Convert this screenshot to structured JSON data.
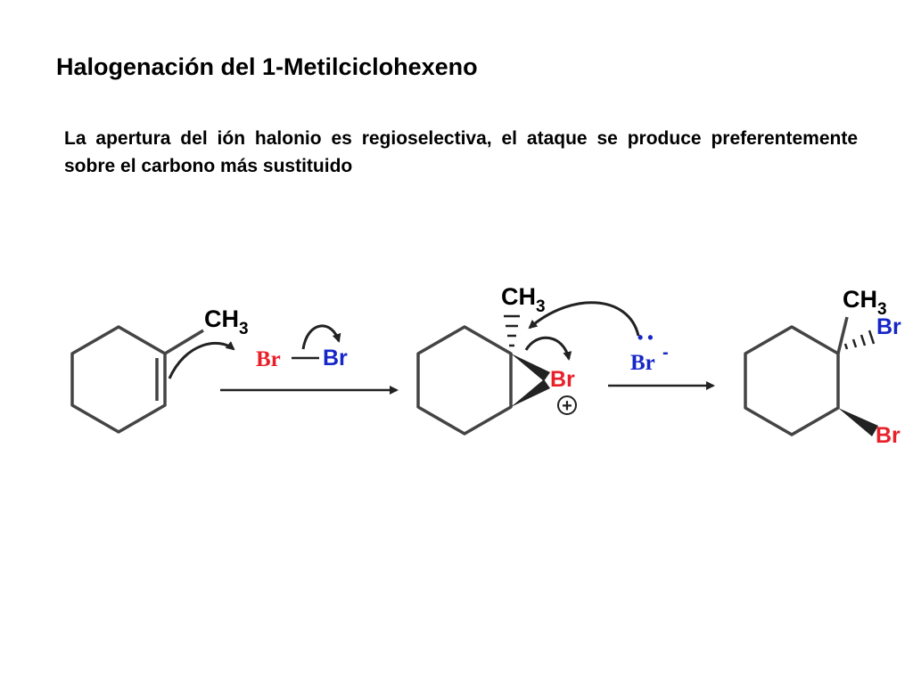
{
  "slide": {
    "title": "Halogenación del 1-Metilciclohexeno",
    "paragraph": "La apertura del ión halonio es regioselectiva, el ataque se produce preferentemente sobre el carbono más sustituido"
  },
  "scheme": {
    "reactant": {
      "methyl": "CH",
      "methyl_sub": "3"
    },
    "reagent": {
      "left_atom": "Br",
      "right_atom": "Br"
    },
    "intermediate": {
      "methyl": "CH",
      "methyl_sub": "3",
      "bromonium": "Br",
      "charge": "+"
    },
    "nucleophile": {
      "atom": "Br",
      "charge": "-",
      "lone_pair": "• •"
    },
    "product": {
      "methyl": "CH",
      "methyl_sub": "3",
      "br_top": "Br",
      "br_bottom": "Br"
    }
  },
  "colors": {
    "text": "#000000",
    "bond": "#444444",
    "red_atom": "#e8202a",
    "blue_atom": "#1626c8"
  }
}
